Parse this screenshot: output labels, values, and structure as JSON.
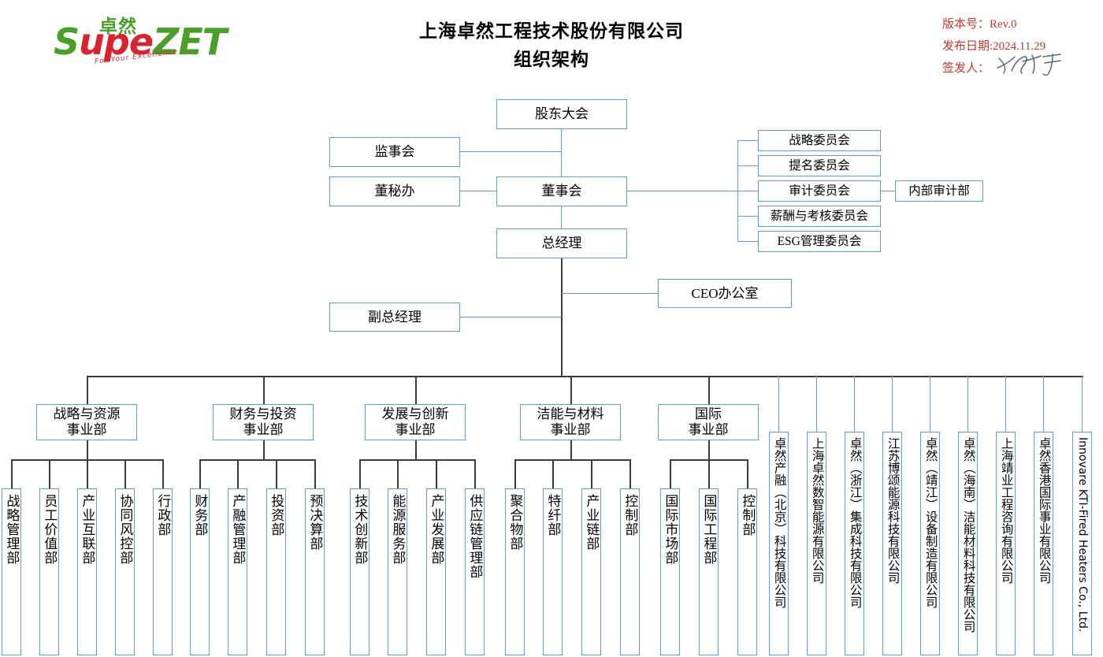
{
  "logo": {
    "cn": "卓然",
    "text_parts": [
      "S",
      "upe",
      "ZET"
    ],
    "tagline": "For Your Excellence",
    "name": "SupeZET"
  },
  "header": {
    "title_line1": "上海卓然工程技术股份有限公司",
    "title_line2": "组织架构",
    "version_label": "版本号：Rev.0",
    "date_label": "发布日期:2024.11.29",
    "issuer_label": "签发人："
  },
  "colors": {
    "box_border": "#5b9bd5",
    "connector_blue": "#5b9bd5",
    "connector_black": "#3a3a3a",
    "meta_red": "#c0392b",
    "logo_green": "#4a9e2a",
    "logo_red": "#d9232e"
  },
  "governance": {
    "shareholders": "股东大会",
    "supervisory_board": "监事会",
    "board_secretary": "董秘办",
    "board": "董事会",
    "general_manager": "总经理",
    "deputy_general_manager": "副总经理",
    "ceo_office": "CEO办公室",
    "internal_audit": "内部审计部"
  },
  "committees": [
    "战略委员会",
    "提名委员会",
    "审计委员会",
    "薪酬与考核委员会",
    "ESG管理委员会"
  ],
  "divisions": [
    {
      "name_line1": "战略与资源",
      "name_line2": "事业部",
      "departments": [
        "战略管理部",
        "员工价值部",
        "产业互联部",
        "协同风控部",
        "行政部"
      ]
    },
    {
      "name_line1": "财务与投资",
      "name_line2": "事业部",
      "departments": [
        "财务部",
        "产融管理部",
        "投资部",
        "预决算部"
      ]
    },
    {
      "name_line1": "发展与创新",
      "name_line2": "事业部",
      "departments": [
        "技术创新部",
        "能源服务部",
        "产业发展部",
        "供应链管理部"
      ]
    },
    {
      "name_line1": "洁能与材料",
      "name_line2": "事业部",
      "departments": [
        "聚合物部",
        "特纤部",
        "产业链部",
        "控制部"
      ]
    },
    {
      "name_line1": "国际",
      "name_line2": "事业部",
      "departments": [
        "国际市场部",
        "国际工程部",
        "控制部"
      ]
    }
  ],
  "subsidiaries": [
    "卓然产融（北京）科技有限公司",
    "上海卓然数智能源有限公司",
    "卓然（浙江）集成科技有限公司",
    "江苏博颂能源科技有限公司",
    "卓然（靖江）设备制造有限公司",
    "卓然（海南）洁能材料科技有限公司",
    "上海靖业工程咨询有限公司",
    "卓然香港国际事业有限公司",
    "Innovare KTI-Fired Heaters Co., Ltd."
  ],
  "chart_data": {
    "type": "diagram",
    "title": "上海卓然工程技术股份有限公司 组织架构",
    "levels": [
      "股东大会",
      "董事会",
      "总经理",
      "事业部",
      "部门"
    ]
  }
}
